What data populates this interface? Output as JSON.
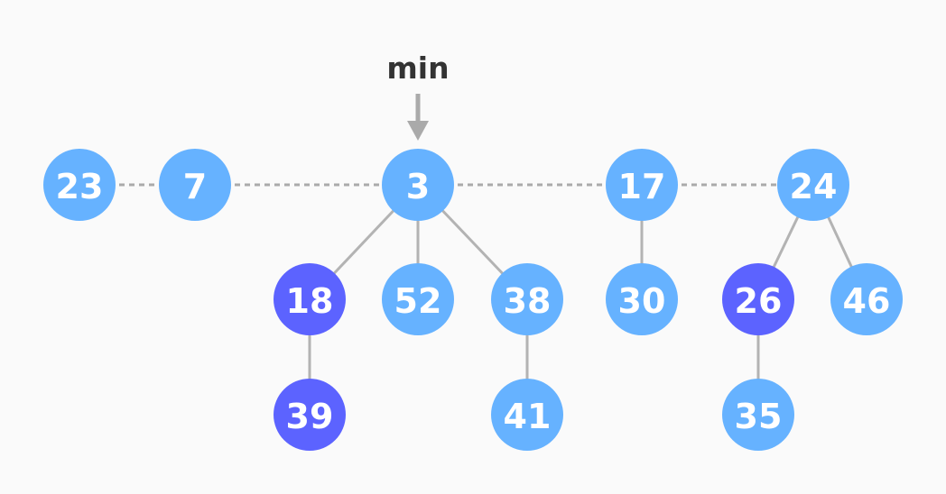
{
  "pointer": {
    "label": "min",
    "target": "3"
  },
  "colors": {
    "root_node": "#66b2ff",
    "marked_node": "#5c63ff",
    "child_node": "#66b2ff",
    "node_text": "#ffffff",
    "root_list_line": "#aaaaaa",
    "tree_edge": "#b3b3b3",
    "pointer_arrow": "#aaaaaa",
    "pointer_text": "#333333"
  },
  "root_list": [
    "23",
    "7",
    "3",
    "17",
    "24"
  ],
  "nodes": [
    {
      "key": "23",
      "marked": false
    },
    {
      "key": "7",
      "marked": false
    },
    {
      "key": "3",
      "marked": false
    },
    {
      "key": "17",
      "marked": false
    },
    {
      "key": "24",
      "marked": false
    },
    {
      "key": "18",
      "marked": true,
      "parent": "3"
    },
    {
      "key": "52",
      "marked": false,
      "parent": "3"
    },
    {
      "key": "38",
      "marked": false,
      "parent": "3"
    },
    {
      "key": "30",
      "marked": false,
      "parent": "17"
    },
    {
      "key": "26",
      "marked": true,
      "parent": "24"
    },
    {
      "key": "46",
      "marked": false,
      "parent": "24"
    },
    {
      "key": "39",
      "marked": true,
      "parent": "18"
    },
    {
      "key": "41",
      "marked": false,
      "parent": "38"
    },
    {
      "key": "35",
      "marked": false,
      "parent": "26"
    }
  ]
}
